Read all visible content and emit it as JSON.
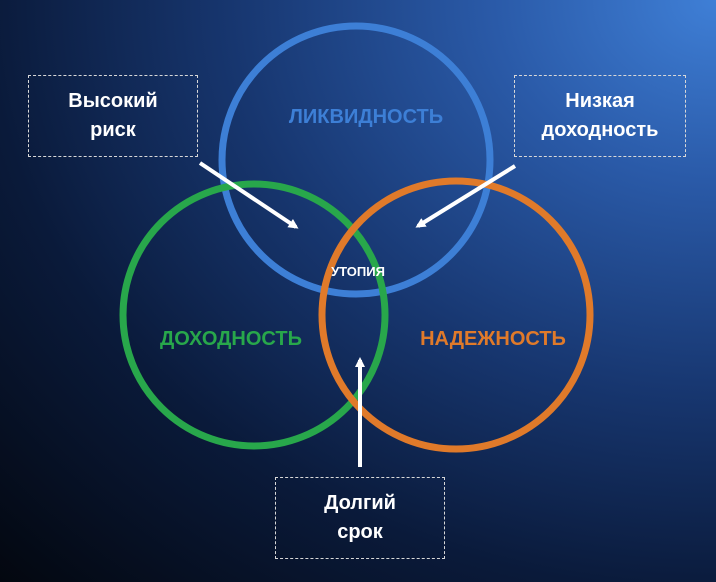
{
  "circles": {
    "liquidity": {
      "label": "ЛИКВИДНОСТЬ",
      "color": "#3d7fd6"
    },
    "yield": {
      "label": "ДОХОДНОСТЬ",
      "color": "#28a74b"
    },
    "reliability": {
      "label": "НАДЕЖНОСТЬ",
      "color": "#e07a2a"
    }
  },
  "center_label": "УТОПИЯ",
  "callouts": {
    "high_risk": {
      "line1": "Высокий",
      "line2": "риск"
    },
    "low_yield": {
      "line1": "Низкая",
      "line2": "доходность"
    },
    "long_term": {
      "line1": "Долгий",
      "line2": "срок"
    }
  },
  "arrow_color": "#ffffff"
}
